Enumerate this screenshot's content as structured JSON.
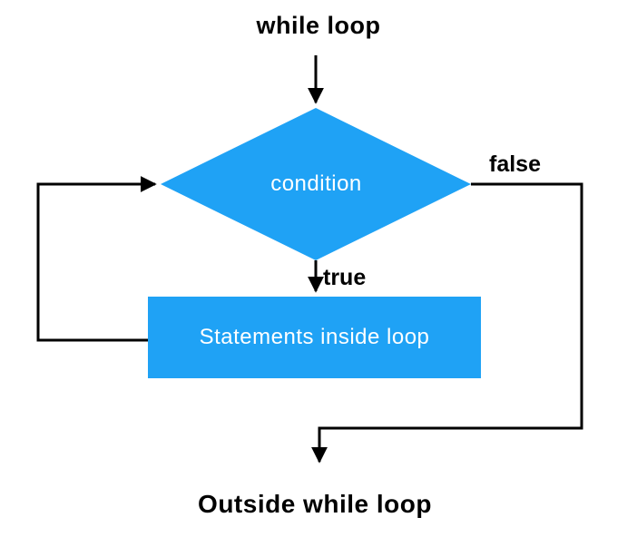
{
  "diagram": {
    "title": "while loop",
    "nodes": {
      "condition": {
        "label": "condition",
        "shape": "diamond"
      },
      "statements": {
        "label": "Statements inside loop",
        "shape": "rectangle"
      }
    },
    "edge_labels": {
      "false_branch": "false",
      "true_branch": "true"
    },
    "exit_label": "Outside while loop"
  },
  "colors": {
    "node_fill": "#1fa2f5",
    "node_text": "#ffffff",
    "line": "#000000",
    "label_text": "#000000",
    "background": "#ffffff"
  }
}
